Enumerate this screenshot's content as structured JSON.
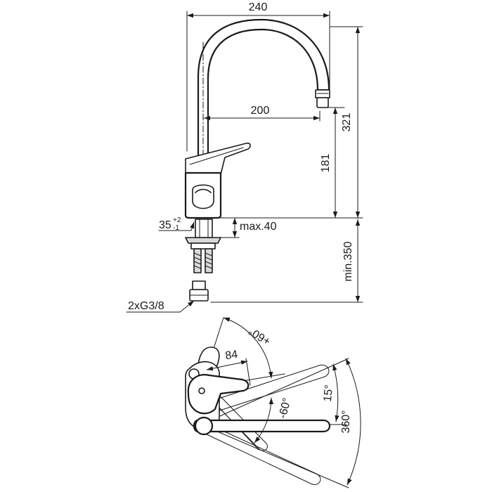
{
  "dimensions": {
    "overall_reach": "240",
    "spout_reach": "200",
    "total_height": "321",
    "spout_height": "181",
    "deck_thickness_max": "max.40",
    "hole_diameter": "35",
    "hole_tolerance_upper": "+2",
    "hole_tolerance_lower": "-1",
    "hose_length_min": "min.350",
    "connection": "2xG3/8"
  },
  "angles": {
    "lever_up": "+60°",
    "lever_down": "-60°",
    "lever_length": "84",
    "spout_tilt": "15°",
    "spout_rotation": "360°"
  }
}
